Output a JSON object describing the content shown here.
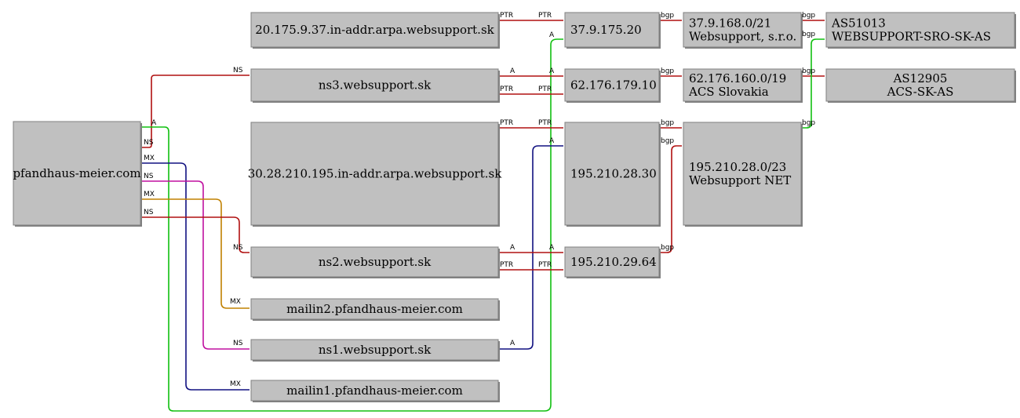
{
  "diagram": {
    "nodes": {
      "domain": {
        "lines": [
          "pfandhaus-meier.com"
        ]
      },
      "ptr1": {
        "lines": [
          "20.175.9.37.in-addr.arpa.websupport.sk"
        ]
      },
      "ns3": {
        "lines": [
          "ns3.websupport.sk"
        ]
      },
      "ptr3": {
        "lines": [
          "30.28.210.195.in-addr.arpa.websupport.sk"
        ]
      },
      "ns2": {
        "lines": [
          "ns2.websupport.sk"
        ]
      },
      "mailin2": {
        "lines": [
          "mailin2.pfandhaus-meier.com"
        ]
      },
      "ns1": {
        "lines": [
          "ns1.websupport.sk"
        ]
      },
      "mailin1": {
        "lines": [
          "mailin1.pfandhaus-meier.com"
        ]
      },
      "ip1": {
        "lines": [
          "37.9.175.20"
        ]
      },
      "ip2": {
        "lines": [
          "62.176.179.10"
        ]
      },
      "ip3": {
        "lines": [
          "195.210.28.30"
        ]
      },
      "ip4": {
        "lines": [
          "195.210.29.64"
        ]
      },
      "net1": {
        "lines": [
          "37.9.168.0/21",
          "Websupport, s.r.o."
        ]
      },
      "net2": {
        "lines": [
          "62.176.160.0/19",
          "ACS Slovakia"
        ]
      },
      "net3": {
        "lines": [
          "195.210.28.0/23",
          "Websupport NET"
        ]
      },
      "as1": {
        "lines": [
          "AS51013",
          "WEBSUPPORT-SRO-SK-AS"
        ]
      },
      "as2": {
        "lines": [
          "AS12905",
          "ACS-SK-AS"
        ]
      }
    },
    "edge_labels": {
      "a": "A",
      "ns": "NS",
      "mx": "MX",
      "ptr": "PTR",
      "bgp": "bgp"
    },
    "colors": {
      "red": "#b01010",
      "green": "#10c010",
      "navy": "#101080",
      "magenta": "#c010a0",
      "orange": "#c08000",
      "background": "#ffffff",
      "node_fill": "#c0c0c0"
    }
  }
}
